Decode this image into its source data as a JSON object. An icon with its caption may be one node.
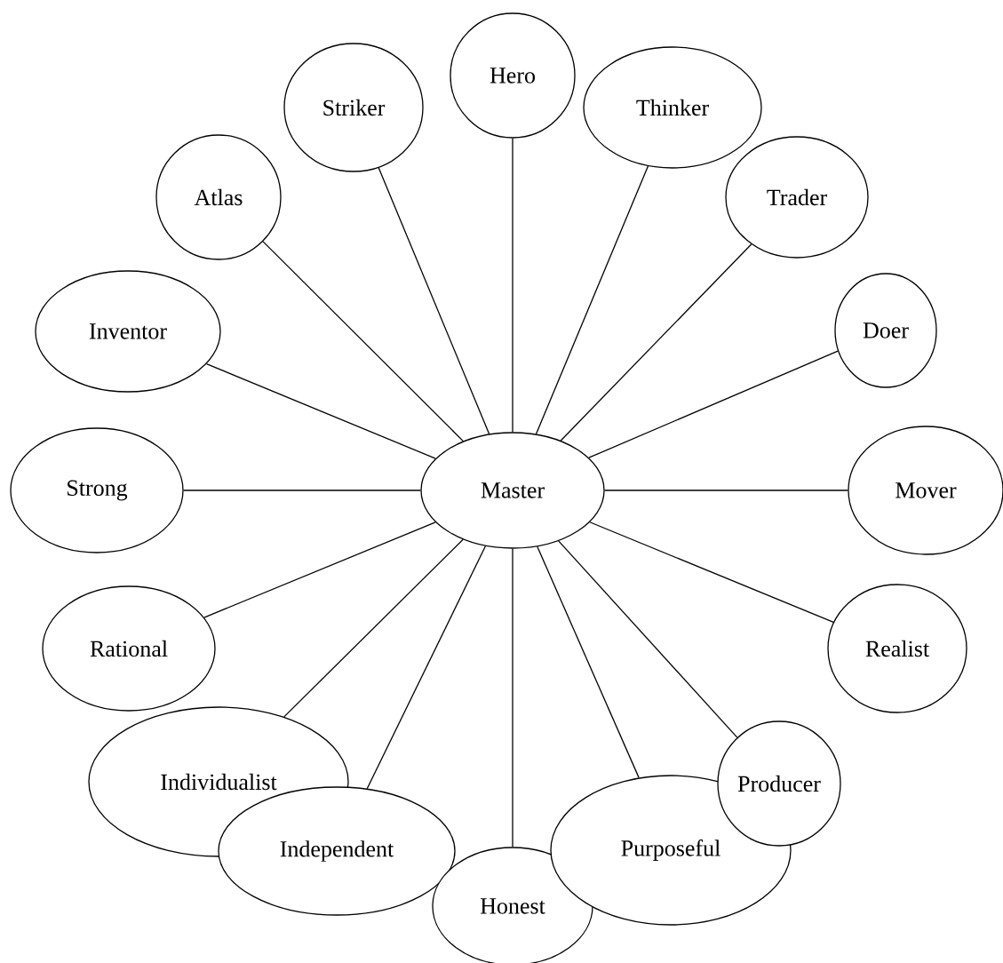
{
  "diagram": {
    "nodes": [
      {
        "text": [
          "Master"
        ]
      },
      {
        "text": [
          "Hero"
        ]
      },
      {
        "text": [
          "Thinker"
        ]
      },
      {
        "text": [
          "Trader"
        ]
      },
      {
        "text": [
          "Doer"
        ]
      },
      {
        "text": [
          "Mover"
        ]
      },
      {
        "text": [
          "Realist"
        ]
      },
      {
        "text": [
          "Producer"
        ]
      },
      {
        "text": [
          "Purposeful"
        ]
      },
      {
        "text": [
          "Honest"
        ]
      },
      {
        "text": [
          "Independent"
        ]
      },
      {
        "text": [
          "Individualist"
        ]
      },
      {
        "text": [
          "Rational"
        ]
      },
      {
        "text": [
          "Strong"
        ]
      },
      {
        "text": [
          "Inventor"
        ]
      },
      {
        "text": [
          "Atlas"
        ]
      },
      {
        "text": [
          "Striker"
        ]
      }
    ],
    "edges": [
      {
        "from": 0,
        "to": 1,
        "arrow": "none"
      },
      {
        "from": 0,
        "to": 2,
        "arrow": "none"
      },
      {
        "from": 0,
        "to": 3,
        "arrow": "none"
      },
      {
        "from": 0,
        "to": 4,
        "arrow": "none"
      },
      {
        "from": 0,
        "to": 5,
        "arrow": "none"
      },
      {
        "from": 0,
        "to": 6,
        "arrow": "none"
      },
      {
        "from": 0,
        "to": 7,
        "arrow": "none"
      },
      {
        "from": 0,
        "to": 8,
        "arrow": "none"
      },
      {
        "from": 0,
        "to": 9,
        "arrow": "none"
      },
      {
        "from": 0,
        "to": 10,
        "arrow": "none"
      },
      {
        "from": 0,
        "to": 11,
        "arrow": "none"
      },
      {
        "from": 0,
        "to": 12,
        "arrow": "none"
      },
      {
        "from": 0,
        "to": 13,
        "arrow": "none"
      },
      {
        "from": 0,
        "to": 14,
        "arrow": "none"
      },
      {
        "from": 0,
        "to": 15,
        "arrow": "none"
      },
      {
        "from": 0,
        "to": 16,
        "arrow": "none"
      }
    ]
  }
}
